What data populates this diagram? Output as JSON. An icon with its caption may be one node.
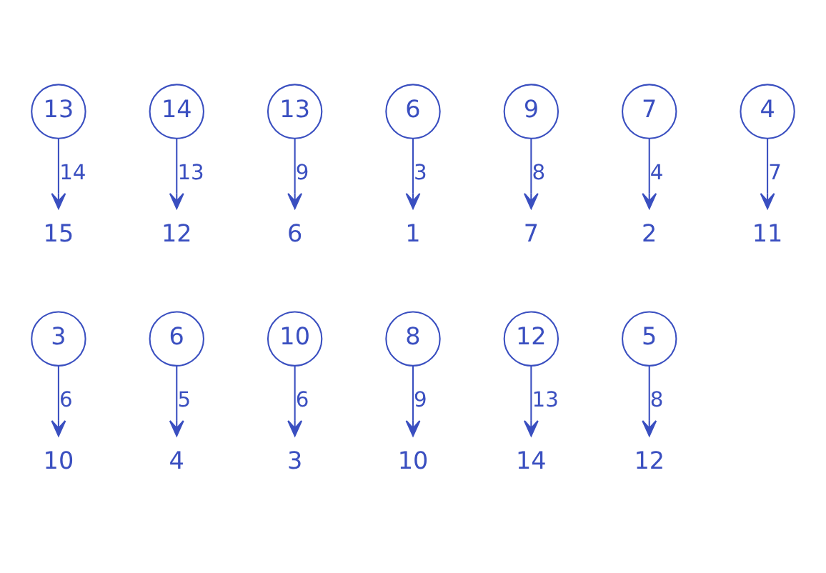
{
  "diagram": {
    "nodes": [
      {
        "text": [
          "13"
        ]
      },
      {
        "text": [
          "15"
        ]
      },
      {
        "text": [
          "14"
        ]
      },
      {
        "text": [
          "12"
        ]
      },
      {
        "text": [
          "13"
        ]
      },
      {
        "text": [
          "6"
        ]
      },
      {
        "text": [
          "6"
        ]
      },
      {
        "text": [
          "1"
        ]
      },
      {
        "text": [
          "9"
        ]
      },
      {
        "text": [
          "7"
        ]
      },
      {
        "text": [
          "7"
        ]
      },
      {
        "text": [
          "2"
        ]
      },
      {
        "text": [
          "4"
        ]
      },
      {
        "text": [
          "11"
        ]
      },
      {
        "text": [
          "3"
        ]
      },
      {
        "text": [
          "10"
        ]
      },
      {
        "text": [
          "6"
        ]
      },
      {
        "text": [
          "4"
        ]
      },
      {
        "text": [
          "10"
        ]
      },
      {
        "text": [
          "3"
        ]
      },
      {
        "text": [
          "8"
        ]
      },
      {
        "text": [
          "10"
        ]
      },
      {
        "text": [
          "12"
        ]
      },
      {
        "text": [
          "14"
        ]
      },
      {
        "text": [
          "5"
        ]
      },
      {
        "text": [
          "12"
        ]
      }
    ],
    "edges": [
      {
        "from": 0,
        "to": 1,
        "arrow": "to",
        "label": "14"
      },
      {
        "from": 2,
        "to": 3,
        "arrow": "to",
        "label": "13"
      },
      {
        "from": 4,
        "to": 5,
        "arrow": "to",
        "label": "9"
      },
      {
        "from": 6,
        "to": 7,
        "arrow": "to",
        "label": "3"
      },
      {
        "from": 8,
        "to": 9,
        "arrow": "to",
        "label": "8"
      },
      {
        "from": 10,
        "to": 11,
        "arrow": "to",
        "label": "4"
      },
      {
        "from": 12,
        "to": 13,
        "arrow": "to",
        "label": "7"
      },
      {
        "from": 14,
        "to": 15,
        "arrow": "to",
        "label": "6"
      },
      {
        "from": 16,
        "to": 17,
        "arrow": "to",
        "label": "5"
      },
      {
        "from": 18,
        "to": 19,
        "arrow": "to",
        "label": "6"
      },
      {
        "from": 20,
        "to": 21,
        "arrow": "to",
        "label": "9"
      },
      {
        "from": 22,
        "to": 23,
        "arrow": "to",
        "label": "13"
      },
      {
        "from": 24,
        "to": 25,
        "arrow": "to",
        "label": "8"
      }
    ]
  }
}
